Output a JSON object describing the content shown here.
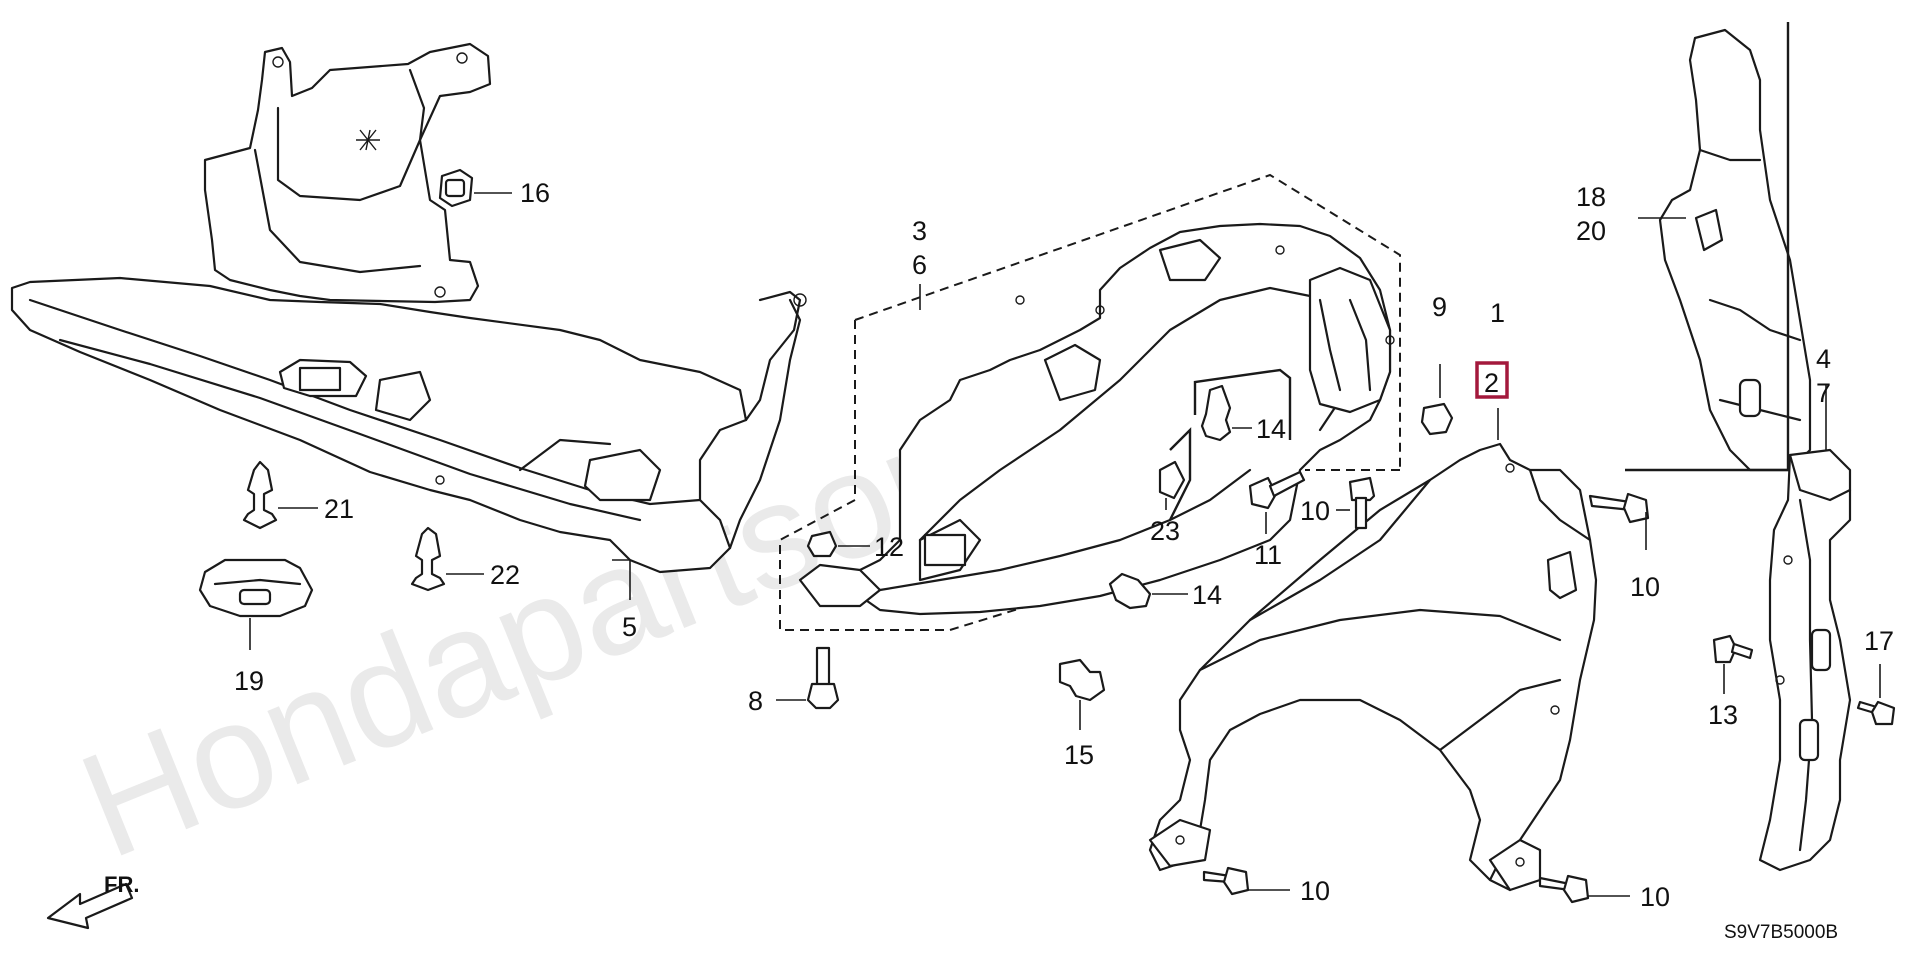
{
  "diagram": {
    "watermark": "Hondapartsonline.ru",
    "direction_label": "FR.",
    "diagram_code": "S9V7B5000B",
    "highlight_color": "#a3183c",
    "callouts": {
      "c1": "1",
      "c2": "2",
      "c3": "3",
      "c4": "4",
      "c5": "5",
      "c6": "6",
      "c7": "7",
      "c8": "8",
      "c9": "9",
      "c10a": "10",
      "c10b": "10",
      "c10c": "10",
      "c10d": "10",
      "c11": "11",
      "c12": "12",
      "c13": "13",
      "c14a": "14",
      "c14b": "14",
      "c15": "15",
      "c16": "16",
      "c17": "17",
      "c18": "18",
      "c19": "19",
      "c20": "20",
      "c21": "21",
      "c22": "22",
      "c23": "23"
    }
  }
}
